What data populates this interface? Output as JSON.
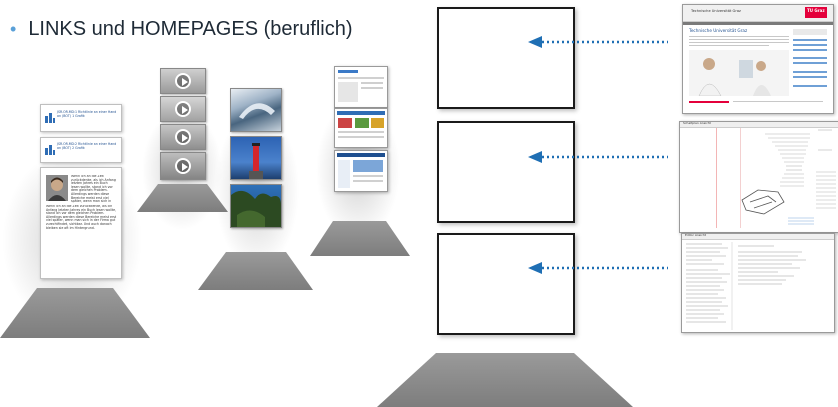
{
  "slide": {
    "bullet": "•",
    "title": "LINKS und HOMEPAGES (beruflich)"
  },
  "left_stack": {
    "cards": [
      {
        "kind": "bookmark",
        "text": "JSR.OR.MD:1 Richtlinie an einer Hand an (BOT) 1 Grafik"
      },
      {
        "kind": "bookmark",
        "text": "JSR.OR.MD:2 Richtlinie an einer Hand an (BOT) 2 Grafik"
      },
      {
        "kind": "profile",
        "text": "Wenn ich an die Zeit zurückdenke, als ich Anfang letzten Jahres ein Buch lesen wollte, stand ich vor dem gleichen Problem. Allerdings werden diese Bereiche meist erst viel später, wenn man sich in der Firma gut zurechtfindet, sichtbar. Und auch danach bleiben sie oft im Hintergrund."
      }
    ]
  },
  "video_stack": {
    "count": 4
  },
  "photo_stack": {
    "photos": [
      "paragliding",
      "red-lighthouse",
      "coast-trees"
    ]
  },
  "web_stack": {
    "count": 3
  },
  "right_column": {
    "arrows": 3,
    "screenshots": [
      {
        "header": "Technische Universität Graz",
        "logo": "TU Graz",
        "sub": "Technische Universität Graz"
      },
      {
        "header": "Schaltplan Ansicht",
        "logo": "",
        "sub": ""
      },
      {
        "header": "Editor Ansicht",
        "logo": "",
        "sub": ""
      }
    ]
  },
  "colors": {
    "accent": "#5aa0d8",
    "arrow": "#1f6fb4",
    "tu_red": "#e4003b",
    "frame": "#1a1a1a"
  }
}
